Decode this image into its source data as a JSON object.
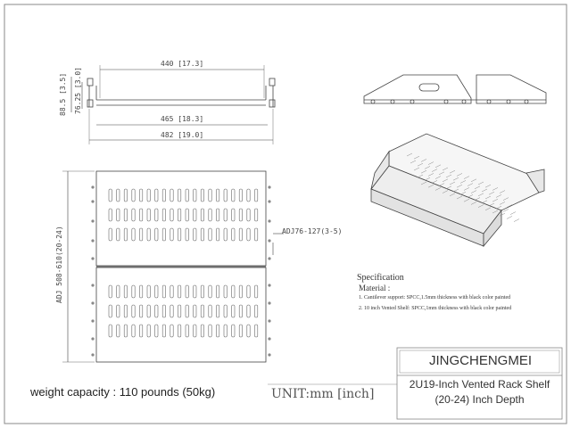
{
  "dimensions": {
    "width_top": "440 [17.3]",
    "width_mid": "465 [18.3]",
    "width_bottom": "482 [19.0]",
    "height_outer": "88.5 [3.5]",
    "height_inner": "76.25 [3.0]",
    "depth_adj": "ADJ 508-610(20-24)",
    "side_adj": "ADJ76-127(3-5)"
  },
  "specification": {
    "title": "Specification",
    "material_label": "Material :",
    "items": [
      "1.  Cantilever support: SPCC,1.5mm thickness with black color painted",
      "2.  10 inch Vented Shelf: SPCC,1mm thickness with black color painted"
    ]
  },
  "footer": {
    "weight": "weight capacity : 110 pounds (50kg)",
    "unit": "UNIT:mm [inch]",
    "brand": "JINGCHENGMEI",
    "product_line1": "2U19-Inch Vented Rack Shelf",
    "product_line2": "(20-24) Inch  Depth"
  }
}
